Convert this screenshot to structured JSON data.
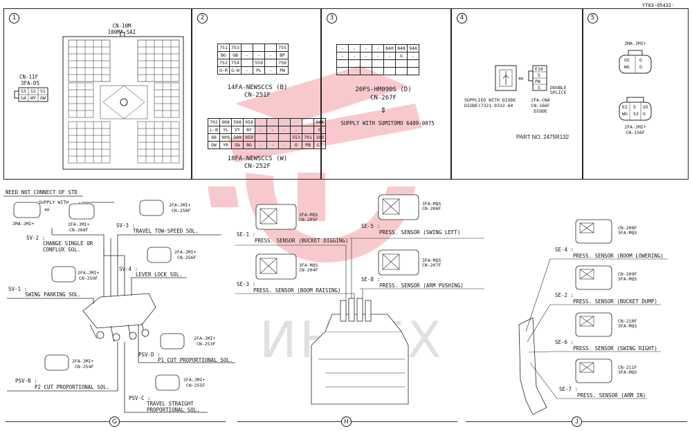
{
  "doc_id": "YT03-05432-",
  "panel_numbers": [
    "1",
    "2",
    "3",
    "4",
    "5"
  ],
  "p1": {
    "main_title": "CN-10M",
    "main_sub": "100MA-SAI",
    "side_title": "CN-11F",
    "side_sub": "3FA-D5",
    "side_pins": [
      "S3",
      "S2",
      "S1",
      "G4",
      "WY",
      "GW"
    ]
  },
  "p2": {
    "t1_rows": [
      [
        "751",
        "753",
        "",
        "",
        "",
        "755"
      ],
      [
        "BG",
        "GB",
        "-",
        "-",
        "-",
        "BP"
      ],
      [
        "752",
        "754",
        "",
        "559",
        "",
        "756"
      ],
      [
        "G-R",
        "G-W",
        "-",
        "PL",
        "-",
        "PW"
      ]
    ],
    "t1_name": "14FA-NEWSCCS (B)",
    "t1_cn": "CN-251F",
    "t2_rows": [
      [
        "702",
        "908",
        "508",
        "958",
        "",
        "",
        "",
        "",
        "",
        "94A"
      ],
      [
        "L-B",
        "YL",
        "VY",
        "BY",
        "-",
        "-",
        "-",
        "-",
        "",
        "G"
      ],
      [
        "88",
        "909",
        "509",
        "959",
        "",
        "",
        "",
        "553",
        "701",
        "100"
      ],
      [
        "DW",
        "YR",
        "Sb",
        "BG",
        "-",
        "-",
        "-",
        "O",
        "PB",
        "LY"
      ]
    ],
    "t2_name": "18FA-NEWSCCS (W)",
    "t2_cn": "CN-252F"
  },
  "p3": {
    "pins_top": [
      "-",
      "-",
      "-",
      "-",
      "840",
      "848",
      "94A"
    ],
    "pins_bot": [
      "-",
      "-",
      "-",
      "-",
      "-",
      "G",
      "-"
    ],
    "name": "20FS-HM090S (D)",
    "cn": "CN-267F",
    "note": "SUPPLY WITH SUMITOMO 6409-0075"
  },
  "p4": {
    "diode_note1": "SUPPLIED WITH DIODE",
    "diode_note2": "DIODE(7321-9332-60",
    "conn_name": "2FA-CNA",
    "conn_cn": "CN-166F",
    "splice": "DOUBLE SPLICE",
    "diode": "DIODE",
    "part_no": "PART NO. 2475R132",
    "pins": [
      "E10",
      "S",
      "PW",
      "S"
    ]
  },
  "p5": {
    "top_name": "2MA-JMI+",
    "bot_name": "2FA-JMI+",
    "bot_cn": "CN-156F",
    "top_pins": [
      "G5",
      "G",
      "WG",
      "G"
    ],
    "bot_pins": [
      "E2",
      "S",
      "G5",
      "WG",
      "S3",
      "G"
    ]
  },
  "g": {
    "label": "G",
    "need_not": "NEED NOT CONNECT OF STD",
    "supply_with": "SUPPLY WITH",
    "m_name": "2MA-JMI+",
    "f_name": "2FA-JMI+",
    "f_cn": "CN-266F",
    "c258_name": "2FA-JMI+",
    "c258_cn": "CN-258F",
    "sv3_code": "SV-3 :",
    "sv3_name": "TRAVEL TOW-SPEED SOL.",
    "sv2_code": "SV-2 :",
    "sv2_name": "CHANGE SINGLE OR CONFLUX SOL.",
    "c256_name": "2FA-JMI+",
    "c256_cn": "CN-256F",
    "sv4_code": "SV-4 :",
    "sv4_name": "LEVER LOCK SOL.",
    "c259_name": "2FA-JMI+",
    "c259_cn": "CN-259F",
    "sv1_code": "SV-1 :",
    "sv1_name": "SWING PARKING SOL.",
    "c253_name": "2FA-JMI+",
    "c253_cn": "CN-253F",
    "psvd_code": "PSV-D :",
    "psvd_name": "P1 CUT PROPORTIONAL SOL.",
    "c254_name": "2FA-JMI+",
    "c254_cn": "CN-254F",
    "psvb_code": "PSV-B :",
    "psvb_name": "P2 CUT PROPORTIONAL SOL.",
    "c255_name": "2FA-JMI+",
    "c255_cn": "CN-255F",
    "psvc_code": "PSV-C :",
    "psvc_name": "TRAVEL STRAIGHT PROPORTIONAL SOL."
  },
  "h": {
    "label": "H",
    "se1_code": "SE-1 :",
    "se1_name": "PRESS. SENSOR (BUCKET DIGGING)",
    "se1_conn": "3FA-MQS",
    "se1_cn": "CN-205F",
    "se5_code": "SE-5 :",
    "se5_name": "PRESS. SENSOR (SWING LEFT)",
    "se5_conn": "3FA-MQS",
    "se5_cn": "CN-206F",
    "se3_code": "SE-3 :",
    "se3_name": "PRESS. SENSOR (BOOM RAISING)",
    "se3_conn": "3FA-MQS",
    "se3_cn": "CN-204F",
    "se8_code": "SE-8 :",
    "se8_name": "PRESS. SENSOR (ARM PUSHING)",
    "se8_conn": "3FA-MQS",
    "se8_cn": "CN-207F"
  },
  "j": {
    "label": "J",
    "se4_code": "SE-4 :",
    "se4_name": "PRESS. SENSOR (BOOM LOWERING)",
    "se4_cn": "CN-208F",
    "se4_conn": "3FA-MQS",
    "se2_code": "SE-2 :",
    "se2_name": "PRESS. SENSOR (BUCKET DUMP)",
    "se2_cn": "CN-209F",
    "se2_conn": "3FA-MQS",
    "se6_code": "SE-6 :",
    "se6_name": "PRESS. SENSOR (SWING RIGHT)",
    "se6_cn": "CN-210F",
    "se6_conn": "3FA-MQS",
    "se7_code": "SE-7 :",
    "se7_name": "PRESS. SENSOR (ARM IN)",
    "se7_cn": "CN-211F",
    "se7_conn": "3FA-MQS"
  },
  "watermark": "ИНТЕХ",
  "colors": {
    "watermark": "#f2aab0",
    "pink_cell": "#f3c9cf",
    "line": "#222222"
  }
}
